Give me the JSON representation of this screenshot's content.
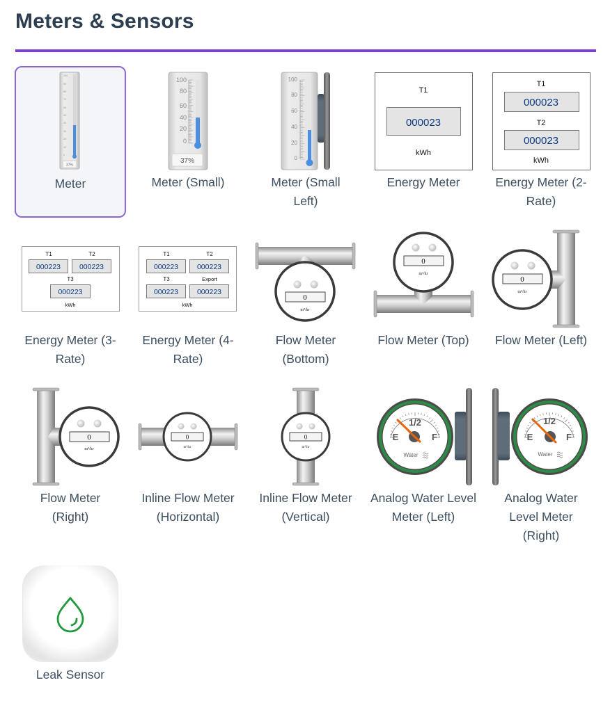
{
  "header": {
    "title": "Meters & Sensors"
  },
  "accent_color": "#7b3fd6",
  "selected_item": "Meter",
  "items": [
    {
      "label": "Meter",
      "selected": true,
      "preview": {
        "type": "thermometer-meter",
        "value_percent": 37,
        "readout": "37%",
        "scale": [
          "100",
          "90",
          "80",
          "70",
          "60",
          "50",
          "40",
          "30",
          "20",
          "10",
          "0"
        ]
      }
    },
    {
      "label": "Meter (Small)",
      "preview": {
        "type": "thermometer-meter",
        "value_percent": 37,
        "readout": "37%",
        "scale": [
          "100",
          "80",
          "60",
          "40",
          "20",
          "0"
        ]
      }
    },
    {
      "label": "Meter (Small Left)",
      "preview": {
        "type": "thermometer-meter-mounted",
        "value_percent": 37,
        "scale": [
          "100",
          "80",
          "60",
          "40",
          "20",
          "0"
        ]
      }
    },
    {
      "label": "Energy Meter",
      "preview": {
        "type": "energy-meter",
        "registers": [
          {
            "name": "T1",
            "value": "000023"
          }
        ],
        "unit": "kWh"
      }
    },
    {
      "label": "Energy Meter (2-Rate)",
      "preview": {
        "type": "energy-meter",
        "registers": [
          {
            "name": "T1",
            "value": "000023"
          },
          {
            "name": "T2",
            "value": "000023"
          }
        ],
        "unit": "kWh"
      }
    },
    {
      "label": "Energy Meter (3-Rate)",
      "preview": {
        "type": "energy-meter",
        "registers": [
          {
            "name": "T1",
            "value": "000223"
          },
          {
            "name": "T2",
            "value": "000223"
          },
          {
            "name": "T3",
            "value": "000223"
          }
        ],
        "unit": "kWh"
      }
    },
    {
      "label": "Energy Meter (4-Rate)",
      "preview": {
        "type": "energy-meter",
        "registers": [
          {
            "name": "T1",
            "value": "000223"
          },
          {
            "name": "T2",
            "value": "000223"
          },
          {
            "name": "T3",
            "value": "000223"
          },
          {
            "name": "Export",
            "value": "000223"
          }
        ],
        "unit": "kWh"
      }
    },
    {
      "label": "Flow Meter (Bottom)",
      "preview": {
        "type": "flow-meter",
        "value": "0",
        "unit": "m³/hr"
      }
    },
    {
      "label": "Flow Meter (Top)",
      "preview": {
        "type": "flow-meter",
        "value": "0",
        "unit": "m³/hr"
      }
    },
    {
      "label": "Flow Meter (Left)",
      "preview": {
        "type": "flow-meter",
        "value": "0",
        "unit": "m³/hr"
      }
    },
    {
      "label": "Flow Meter (Right)",
      "preview": {
        "type": "flow-meter",
        "value": "0",
        "unit": "m³/hr"
      }
    },
    {
      "label": "Inline Flow Meter (Horizontal)",
      "preview": {
        "type": "flow-meter",
        "value": "0",
        "unit": "m³/hr"
      }
    },
    {
      "label": "Inline Flow Meter (Vertical)",
      "preview": {
        "type": "flow-meter",
        "value": "0",
        "unit": "m³/hr"
      }
    },
    {
      "label": "Analog Water Level Meter (Left)",
      "preview": {
        "type": "analog-gauge",
        "empty": "E",
        "half": "1/2",
        "full": "F",
        "caption": "Water",
        "icon": "water-waves-icon",
        "ring_color": "#2e8b46",
        "needle_color": "#e8650a"
      }
    },
    {
      "label": "Analog Water Level Meter (Right)",
      "preview": {
        "type": "analog-gauge",
        "empty": "E",
        "half": "1/2",
        "full": "F",
        "caption": "Water",
        "icon": "water-waves-icon",
        "ring_color": "#2e8b46",
        "needle_color": "#e8650a"
      }
    },
    {
      "label": "Leak Sensor",
      "preview": {
        "type": "leak-sensor",
        "icon": "water-drop-icon",
        "icon_color": "#1f9a3c"
      }
    }
  ]
}
